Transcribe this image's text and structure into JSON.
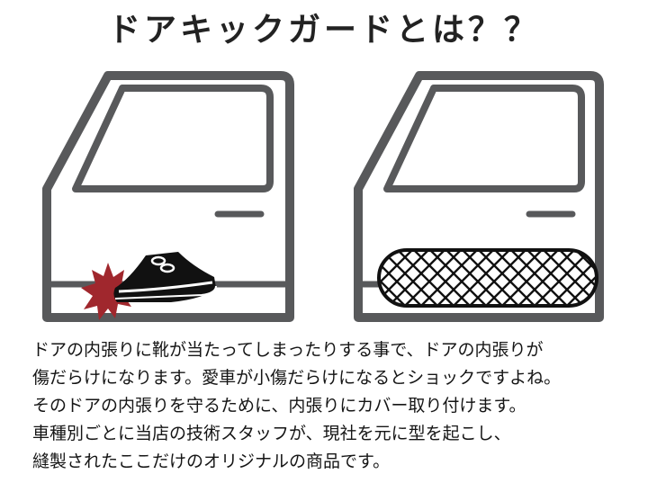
{
  "title": "ドアキックガードとは？？",
  "illustration": {
    "left_door": {
      "icon": "door-with-shoe-kick-icon",
      "impact_color": "#a0272d"
    },
    "right_door": {
      "icon": "door-with-mesh-guard-icon"
    },
    "line_color": "#58595b"
  },
  "description": {
    "lines": [
      "ドアの内張りに靴が当たってしまったりする事で、ドアの内張りが",
      "傷だらけになります。愛車が小傷だらけになるとショックですよね。",
      "そのドアの内張りを守るために、内張りにカバー取り付けます。",
      "車種別ごとに当店の技術スタッフが、現社を元に型を起こし、",
      "縫製されたここだけのオリジナルの商品です。"
    ]
  }
}
